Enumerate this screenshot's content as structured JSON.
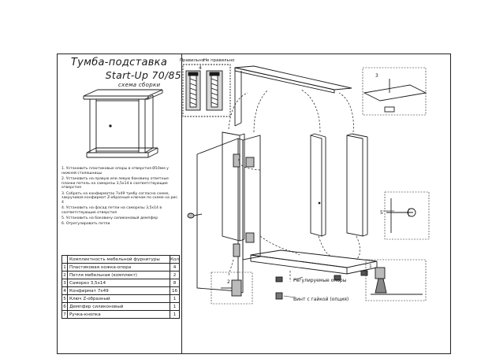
{
  "title": {
    "line1": "Тумба-подставка",
    "line2": "Start-Up 70/85",
    "line3": "схема сборки"
  },
  "instructions": [
    "1. Установить пластиковые опоры в отверстия Ø10мм у нижней столешницы",
    "2. Установить на правую или левую боковину ответные планки петель на саморезы 3,5х14 в соответствующие отверстия",
    "3. Собрать на конфирматах 7х49 тумбу согласно схеме, закручивая конфирмат Z-образным ключом по схеме на рис. 4",
    "4. Установить на фасад петли на саморезы 3,5х14 в соответствующие отверстия",
    "5. Установить на боковину силиконовый демпфер",
    "6. Отрегулировать петли"
  ],
  "parts_table": {
    "header": {
      "name": "Комплектность мебельной фурнитуры",
      "qty": "Кол"
    },
    "rows": [
      {
        "n": "1",
        "name": "Пластиковая ножка-опора",
        "qty": "4"
      },
      {
        "n": "2",
        "name": "Петля мебельная (комплект)",
        "qty": "2"
      },
      {
        "n": "3",
        "name": "Саморез 3,5х14",
        "qty": "8"
      },
      {
        "n": "4",
        "name": "Конфирмат 7х49",
        "qty": "16"
      },
      {
        "n": "5",
        "name": "Ключ Z-образный",
        "qty": "1"
      },
      {
        "n": "6",
        "name": "Демпфер силиконовый",
        "qty": "1"
      },
      {
        "n": "7",
        "name": "Ручка-кнопка",
        "qty": "1"
      }
    ]
  },
  "diagram_labels": {
    "correct": "Правильно",
    "incorrect": "Не правильно",
    "adjustable_feet": "Регулируемые опоры",
    "screw_nut": "Винт с гайкой (опция)",
    "n1": "1",
    "n2": "2",
    "n3": "3",
    "n4": "4",
    "n5": "5"
  },
  "colors": {
    "ink": "#1a1a1a",
    "paper": "#ffffff",
    "shade": "#8a8a8a"
  }
}
